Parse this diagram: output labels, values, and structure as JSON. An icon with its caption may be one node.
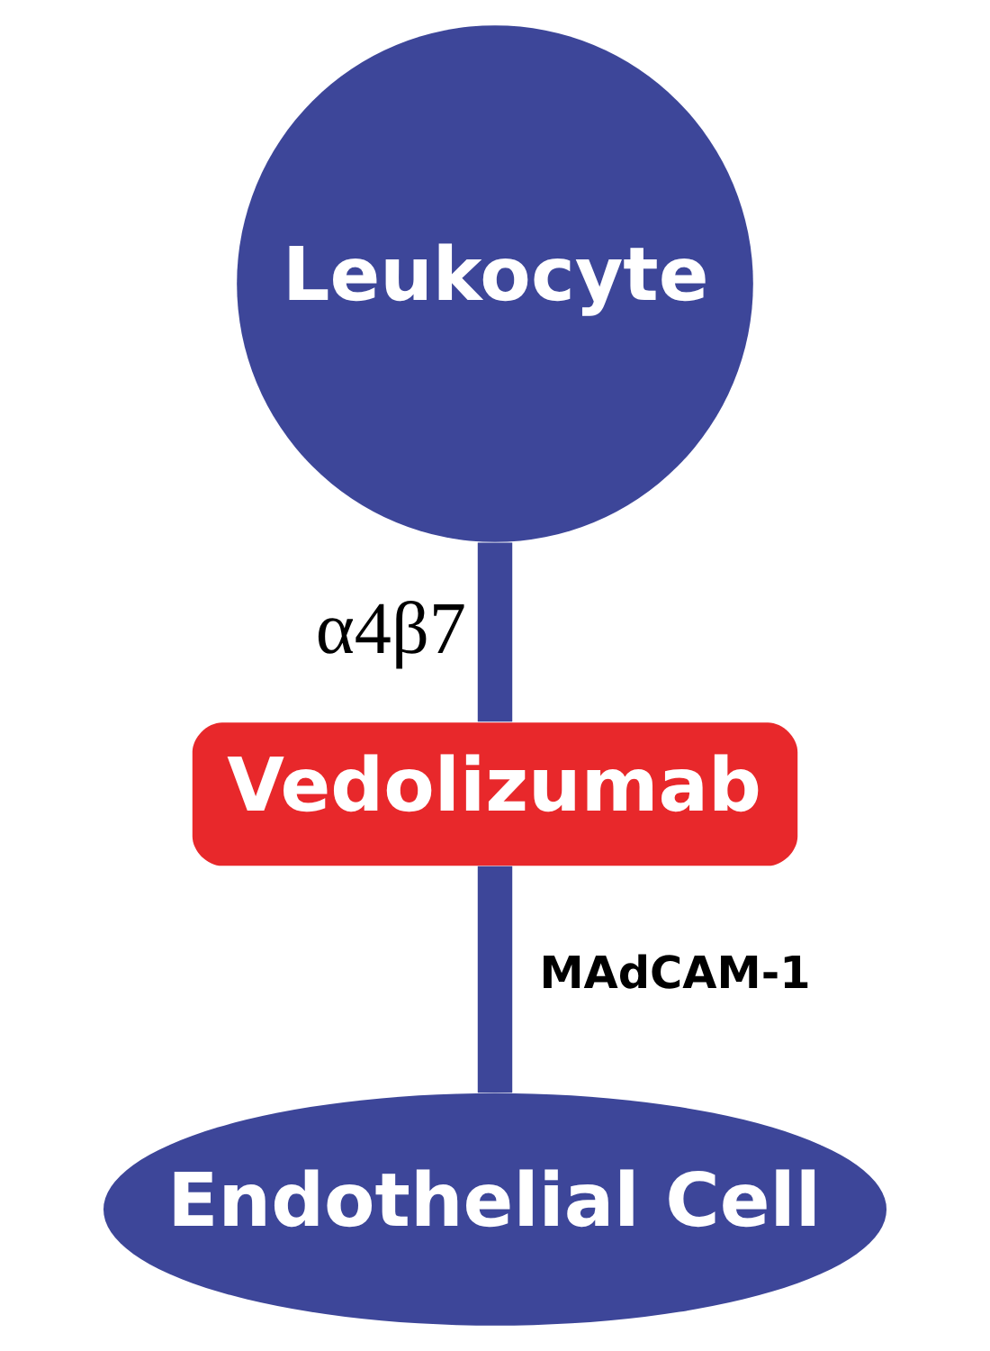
{
  "diagram": {
    "nodes": [
      {
        "text": [
          "Leukocyte"
        ]
      },
      {
        "text": [
          "Vedolizumab"
        ]
      },
      {
        "text": [
          "Endothelial Cell"
        ]
      }
    ],
    "edges": [
      {
        "from": 0,
        "to": 1,
        "arrow": "none",
        "label": "α4β7"
      },
      {
        "from": 1,
        "to": 2,
        "arrow": "none",
        "label": "MAdCAM-1"
      }
    ]
  }
}
